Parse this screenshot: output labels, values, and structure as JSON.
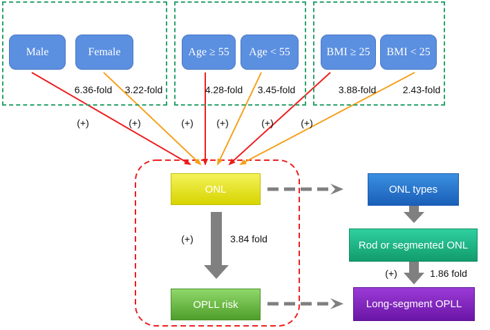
{
  "groups": {
    "sex": {
      "left": "Male",
      "right": "Female",
      "left_fold": "6.36-fold",
      "right_fold": "3.22-fold"
    },
    "age": {
      "left": "Age ≥ 55",
      "right": "Age < 55",
      "left_fold": "4.28-fold",
      "right_fold": "3.45-fold"
    },
    "bmi": {
      "left": "BMI ≥ 25",
      "right": "BMI < 25",
      "left_fold": "3.88-fold",
      "right_fold": "2.43-fold"
    }
  },
  "plus_sign": "(+)",
  "center": {
    "onl": "ONL",
    "opll": "OPLL risk",
    "fold": "3.84 fold"
  },
  "right": {
    "types": "ONL types",
    "rod": "Rod or segmented ONL",
    "long": "Long-segment OPLL",
    "fold": "1.86 fold"
  },
  "colors": {
    "red": "#ee1c1c",
    "orange": "#f5a01a",
    "gray": "#7f7f7f",
    "green_dash": "#2aa26a"
  }
}
